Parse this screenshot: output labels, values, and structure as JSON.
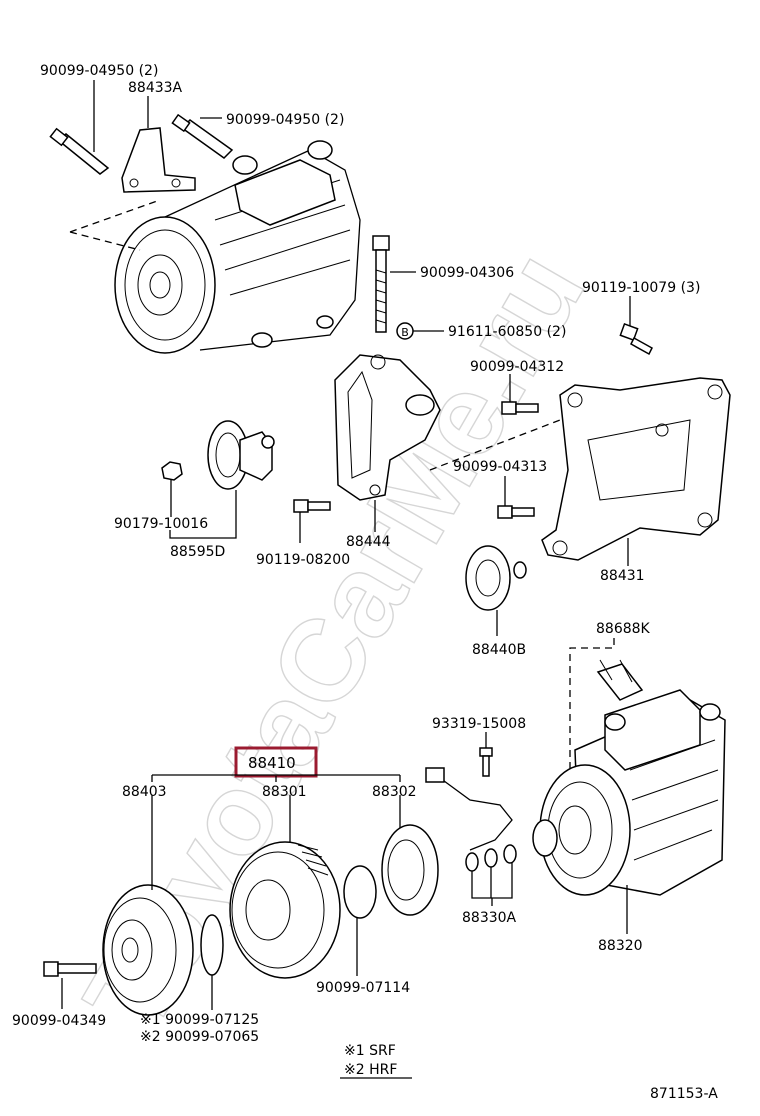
{
  "watermark": "ToyotaCarMe.ru",
  "labels": {
    "bolt_04950_left": "90099-04950 (2)",
    "bracket_88433A": "88433A",
    "bolt_04950_right": "90099-04950 (2)",
    "bolt_04306": "90099-04306",
    "bolt_10079": "90119-10079 (3)",
    "b_marker": "B",
    "bolt_60850": "91611-60850 (2)",
    "bolt_04312": "90099-04312",
    "bolt_04313": "90099-04313",
    "nut_10016": "90179-10016",
    "pulley_88595D": "88595D",
    "bolt_08200": "90119-08200",
    "bracket_88444": "88444",
    "bracket_88431": "88431",
    "pulley_88440B": "88440B",
    "switch_88688K": "88688K",
    "screw_15008": "93319-15008",
    "clutch_assy_88410": "88410",
    "hub_88403": "88403",
    "pulley_88301": "88301",
    "coil_88302": "88302",
    "shim_88330A": "88330A",
    "compressor_88320": "88320",
    "ring_07114": "90099-07114",
    "bolt_04349": "90099-04349",
    "ring_07125": "※1 90099-07125",
    "ring_07065": "※2 90099-07065",
    "legend_srf": "※1  SRF",
    "legend_hrf": "※2  HRF",
    "figure_id": "871153-A"
  },
  "colors": {
    "highlight_box": "#9b1b30",
    "line": "#000000",
    "watermark": "#d6d6d6"
  }
}
